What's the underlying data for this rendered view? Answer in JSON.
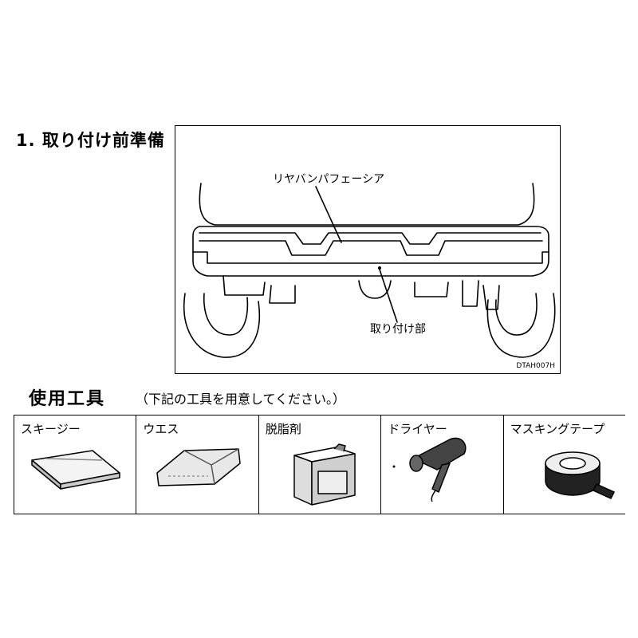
{
  "section": {
    "title": "1. 取り付け前準備"
  },
  "figure": {
    "label_fascia": "リヤバンパフェーシア",
    "label_mount": "取り付け部",
    "code": "DTAH007H"
  },
  "tools": {
    "heading": "使用工具",
    "note": "（下記の工具を用意してください。）",
    "items": [
      {
        "name": "スキージー",
        "icon": "squeegee-icon"
      },
      {
        "name": "ウエス",
        "icon": "cloth-rag-icon"
      },
      {
        "name": "脱脂剤",
        "icon": "degreaser-can-icon"
      },
      {
        "name": "ドライヤー",
        "icon": "hair-dryer-icon"
      },
      {
        "name": "マスキングテープ",
        "icon": "masking-tape-icon"
      }
    ]
  }
}
